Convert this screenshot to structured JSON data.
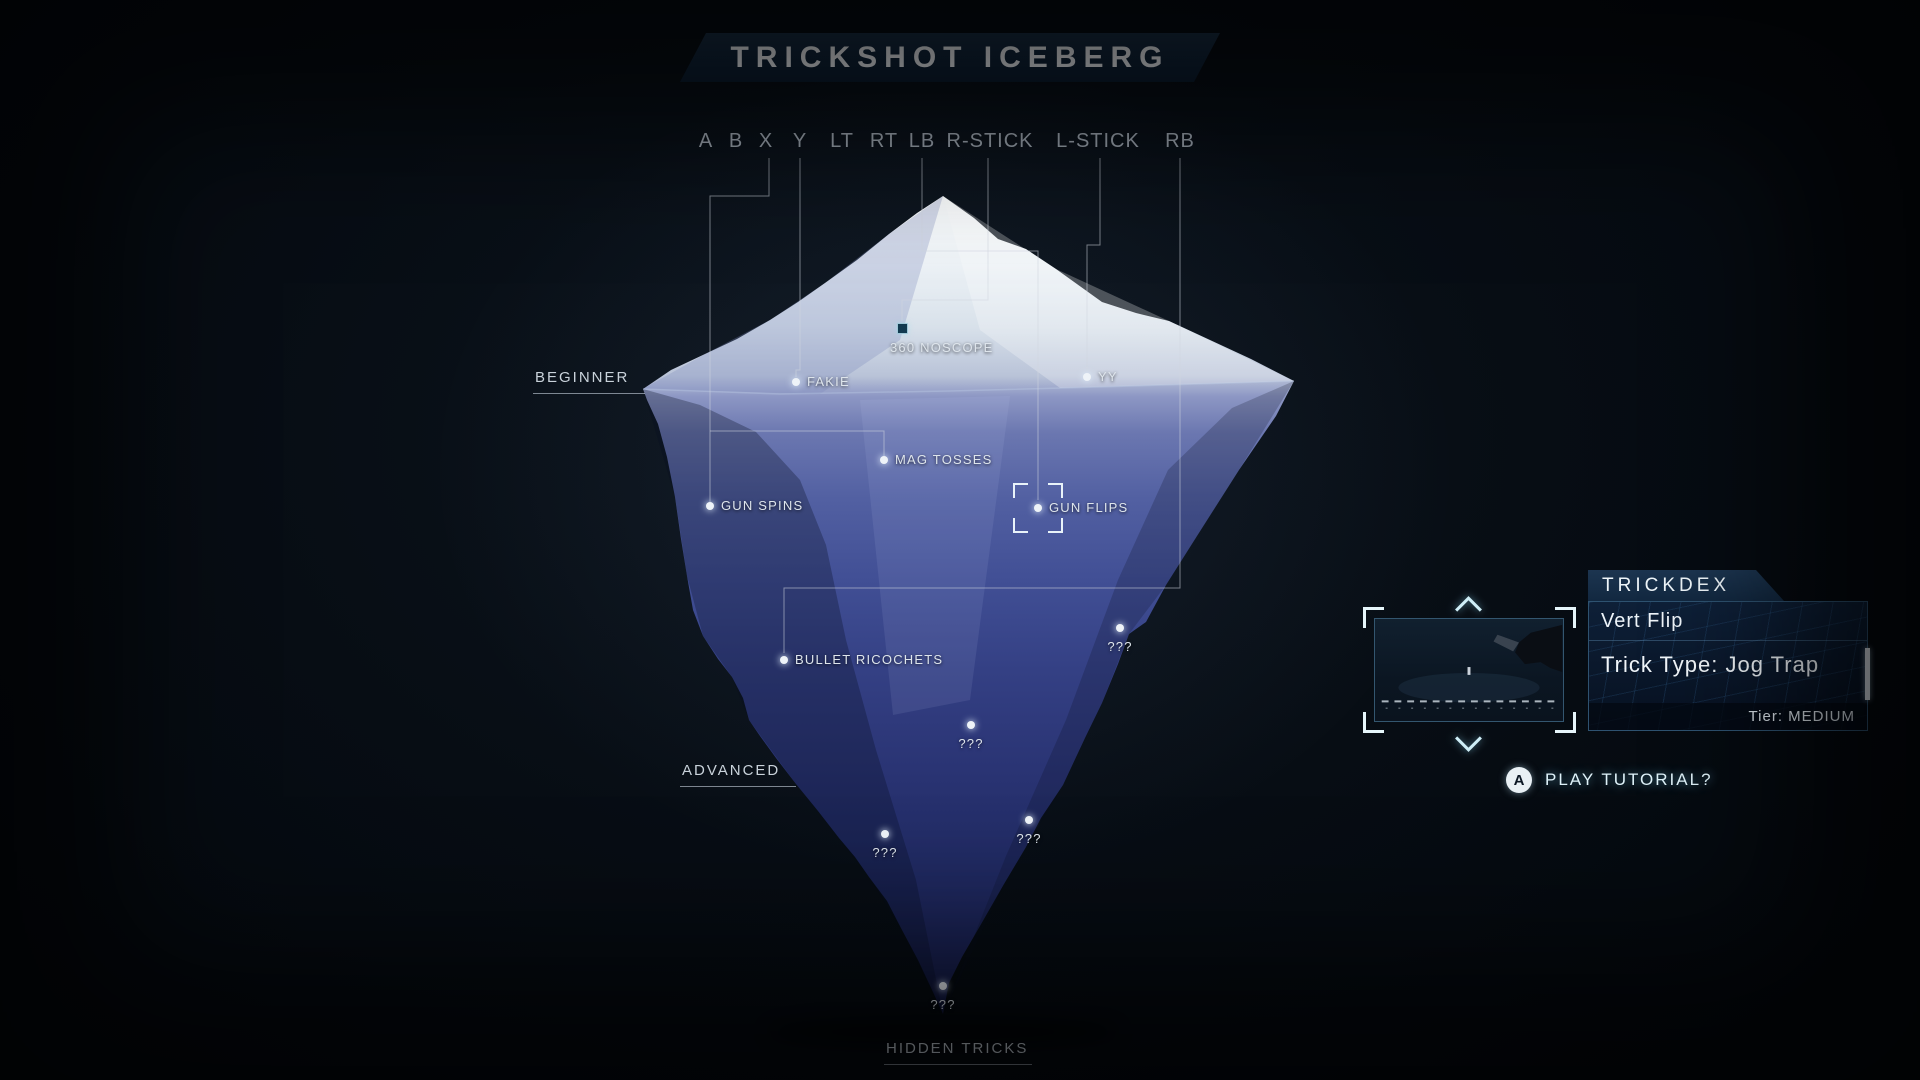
{
  "title": "TRICKSHOT ICEBERG",
  "controller_buttons": [
    "A",
    "B",
    "X",
    "Y",
    "LT",
    "RT",
    "LB",
    "R-STICK",
    "L-STICK",
    "RB"
  ],
  "tier_labels": {
    "beginner": "BEGINNER",
    "advanced": "ADVANCED",
    "hidden": "HIDDEN TRICKS"
  },
  "tricks": [
    {
      "label": "360 NOSCOPE",
      "marker": "square"
    },
    {
      "label": "FAKIE",
      "marker": "dot"
    },
    {
      "label": "YY",
      "marker": "dot"
    },
    {
      "label": "MAG TOSSES",
      "marker": "dot"
    },
    {
      "label": "GUN SPINS",
      "marker": "dot"
    },
    {
      "label": "GUN FLIPS",
      "marker": "dot",
      "selected": true
    },
    {
      "label": "BULLET RICOCHETS",
      "marker": "dot"
    },
    {
      "label": "???",
      "marker": "dot"
    },
    {
      "label": "???",
      "marker": "dot"
    },
    {
      "label": "???",
      "marker": "dot"
    },
    {
      "label": "???",
      "marker": "dot"
    },
    {
      "label": "???",
      "marker": "dot"
    }
  ],
  "trickdex": {
    "header": "TRICKDEX",
    "trick_name": "Vert Flip",
    "trick_type": "Trick Type: Jog Trap",
    "tier": "Tier: MEDIUM",
    "tutorial_prompt": "PLAY TUTORIAL?",
    "tutorial_button": "A"
  },
  "icons": {
    "chevron_up": "chevron-up",
    "chevron_down": "chevron-down",
    "a_button": "a-button"
  },
  "colors": {
    "background": "#070d14",
    "accent_cyan": "#cfeef7",
    "panel_border": "#2e5270",
    "banner": "#10243a",
    "iceberg_deep": "#151c45",
    "text": "#dee5ec"
  }
}
